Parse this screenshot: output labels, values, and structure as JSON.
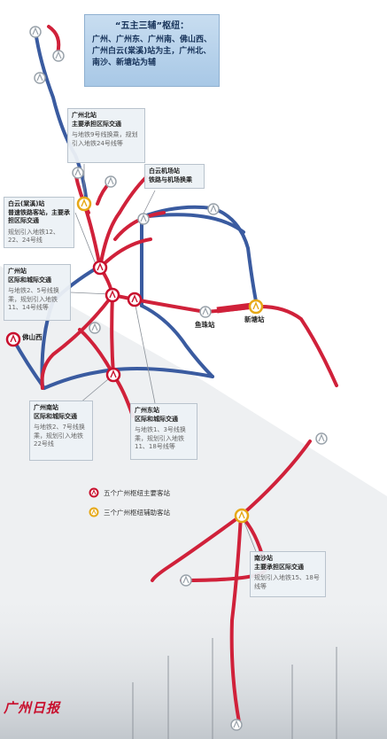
{
  "title": {
    "heading": "“五主三辅”枢纽：",
    "body": "广州、广州东、广州南、佛山西、广州白云(棠溪)站为主，广州北、南沙、新塘站为辅"
  },
  "callouts": {
    "guangzhou_bei": {
      "name": "广州北站",
      "role": "主要承担区际交通",
      "note": "与地铁9号线换乘，规划引入地铁24号线等"
    },
    "baiyun_airport": {
      "name": "白云机场站",
      "role": "铁路与机场换乘"
    },
    "baiyun_tangxi": {
      "name": "白云(棠溪)站",
      "role": "普速铁路客站，主要承担区际交通",
      "note": "规划引入地铁12、22、24号线"
    },
    "guangzhou": {
      "name": "广州站",
      "role": "区际和城际交通",
      "note": "与地铁2、5号线换乘，规划引入地铁11、14号线等"
    },
    "guangzhou_nan": {
      "name": "广州南站",
      "role": "区际和城际交通",
      "note": "与地铁2、7号线换乘，规划引入地铁22号线"
    },
    "guangzhou_dong": {
      "name": "广州东站",
      "role": "区际和城际交通",
      "note": "与地铁1、3号线换乘，规划引入地铁11、18号线等"
    },
    "nansha": {
      "name": "南沙站",
      "role": "主要承担区际交通",
      "note": "规划引入地铁15、18号线等"
    }
  },
  "labels": {
    "foshan_xi": "佛山西",
    "yuzhu": "鱼珠站",
    "xintang": "新塘站"
  },
  "legend": {
    "main": "五个广州枢纽主要客站",
    "aux": "三个广州枢纽辅助客站"
  },
  "logo": "广州日报",
  "colors": {
    "red_line": "#d0213a",
    "blue_line": "#3a5ba0",
    "main_station": "#c8102e",
    "aux_station": "#e6a817"
  },
  "icons": {
    "terminal": "railway-terminal-icon",
    "main_station": "main-hub-station-icon",
    "aux_station": "auxiliary-hub-station-icon"
  }
}
